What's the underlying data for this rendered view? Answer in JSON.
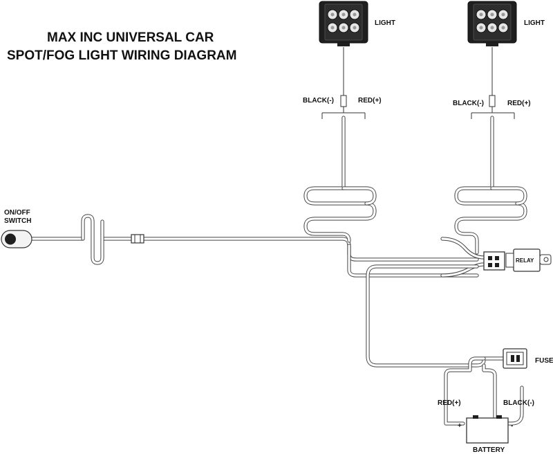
{
  "title": {
    "line1": "MAX INC UNIVERSAL CAR",
    "line2": "SPOT/FOG LIGHT WIRING DIAGRAM"
  },
  "light_left": {
    "label": "LIGHT",
    "neg_label": "BLACK(-)",
    "pos_label": "RED(+)"
  },
  "light_right": {
    "label": "LIGHT",
    "neg_label": "BLACK(-)",
    "pos_label": "RED(+)"
  },
  "switch": {
    "label_line1": "ON/OFF",
    "label_line2": "SWITCH"
  },
  "relay": {
    "label": "RELAY"
  },
  "fuse": {
    "label": "FUSE"
  },
  "battery": {
    "label": "BATTERY",
    "pos_label": "RED(+)",
    "neg_label": "BLACK(-)",
    "plus_sign": "+",
    "minus_sign": "-"
  },
  "colors": {
    "line": "#333333",
    "fill_dark": "#1f1f1f",
    "led": "#e6e6e6"
  }
}
